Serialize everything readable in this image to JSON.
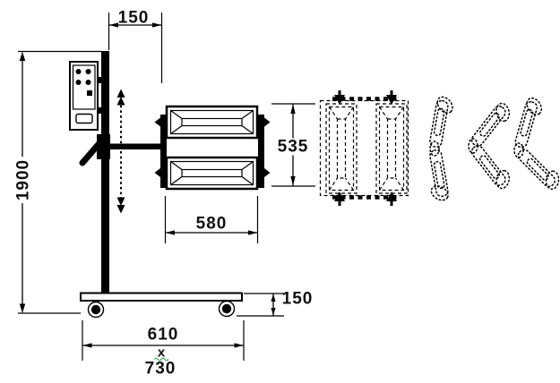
{
  "diagram": {
    "labels": {
      "top_offset": "150",
      "lamp_height": "535",
      "lamp_width": "580",
      "overall_height": "1900",
      "base_height": "150",
      "base_width": "610",
      "multiply": "x",
      "base_depth": "730"
    },
    "colors": {
      "line": "#000000",
      "background": "#ffffff",
      "spellcheck_underline": "#3aa655"
    }
  }
}
